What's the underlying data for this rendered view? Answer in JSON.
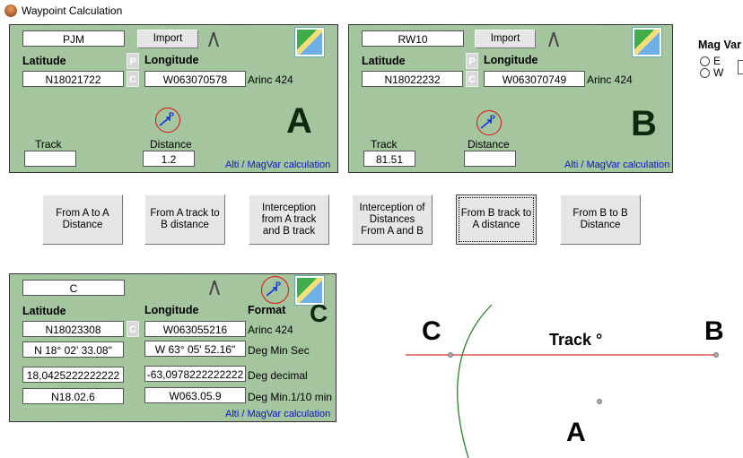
{
  "window": {
    "title": "Waypoint Calculation"
  },
  "panel_a": {
    "name": "PJM",
    "import": "Import",
    "latitude_label": "Latitude",
    "longitude_label": "Longitude",
    "latitude": "N18021722",
    "longitude": "W063070578",
    "format": "Arinc 424",
    "p_btn": "P",
    "c_btn": "C",
    "track_label": "Track",
    "track": "",
    "distance_label": "Distance",
    "distance": "1.2",
    "letter": "A",
    "link": "Alti / MagVar calculation"
  },
  "panel_b": {
    "name": "RW10",
    "import": "Import",
    "latitude_label": "Latitude",
    "longitude_label": "Longitude",
    "latitude": "N18022232",
    "longitude": "W063070749",
    "format": "Arinc 424",
    "p_btn": "P",
    "c_btn": "C",
    "track_label": "Track",
    "track": "81.51",
    "distance_label": "Distance",
    "distance": "",
    "letter": "B",
    "link": "Alti / MagVar calculation"
  },
  "magvar": {
    "label": "Mag Var",
    "east": "E",
    "west": "W"
  },
  "calc_buttons": [
    "From A to A Distance",
    "From A track to B distance",
    "Interception from A track and B track",
    "Interception of Distances From A and B",
    "From B track to A distance",
    "From B to B Distance"
  ],
  "panel_c": {
    "name": "C",
    "latitude_label": "Latitude",
    "longitude_label": "Longitude",
    "format_label": "Format",
    "c_btn": "C",
    "letter": "C",
    "link": "Alti / MagVar calculation",
    "rows": [
      {
        "lat": "N18023308",
        "lon": "W063055216",
        "format": "Arinc 424"
      },
      {
        "lat": "N 18° 02' 33.08\"",
        "lon": "W 63° 05' 52.16\"",
        "format": "Deg Min Sec"
      },
      {
        "lat": "18,0425222222222",
        "lon": "-63,0978222222222",
        "format": "Deg decimal"
      },
      {
        "lat": "N18.02.6",
        "lon": "W063.05.9",
        "format": "Deg Min.1/10 min"
      }
    ]
  },
  "diagram": {
    "label_c": "C",
    "label_b": "B",
    "label_a": "A",
    "track_label": "Track °",
    "colors": {
      "line": "#e03030",
      "arc": "#1a7a1a"
    }
  }
}
